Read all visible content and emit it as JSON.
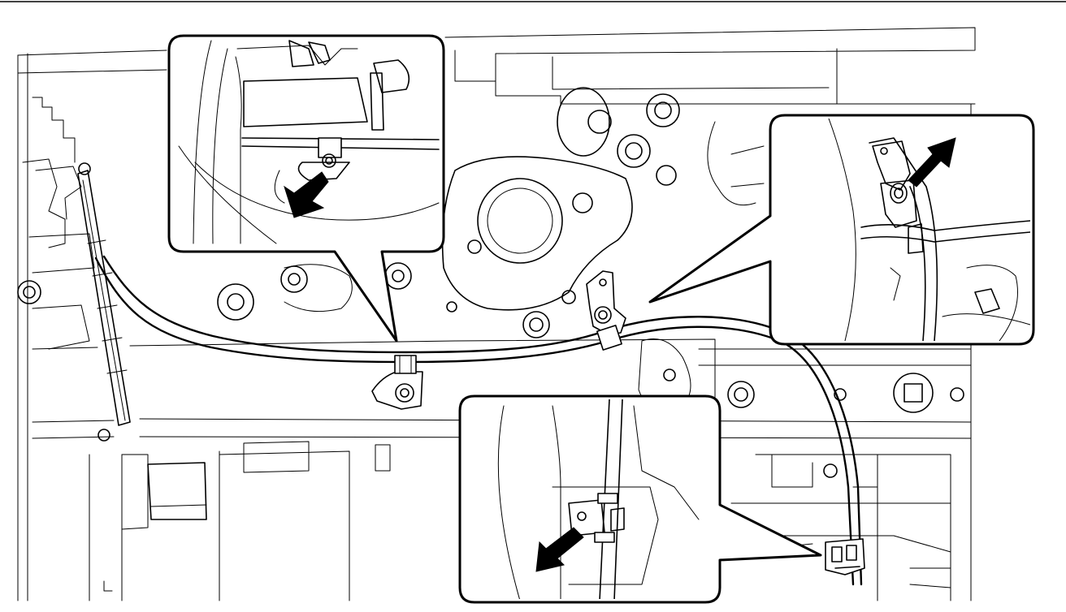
{
  "figure": {
    "kind": "technical-line-drawing",
    "background_color": "#ffffff",
    "line_color": "#000000",
    "callouts": [
      {
        "id": "detail-top-left",
        "shows": "bolt-on-cable-bracket",
        "pointer": "black-arrow"
      },
      {
        "id": "detail-top-right",
        "shows": "bolt-on-cable-clamp",
        "pointer": "black-arrow"
      },
      {
        "id": "detail-bottom",
        "shows": "clip-on-cable-bracket",
        "pointer": "black-arrow"
      }
    ]
  }
}
